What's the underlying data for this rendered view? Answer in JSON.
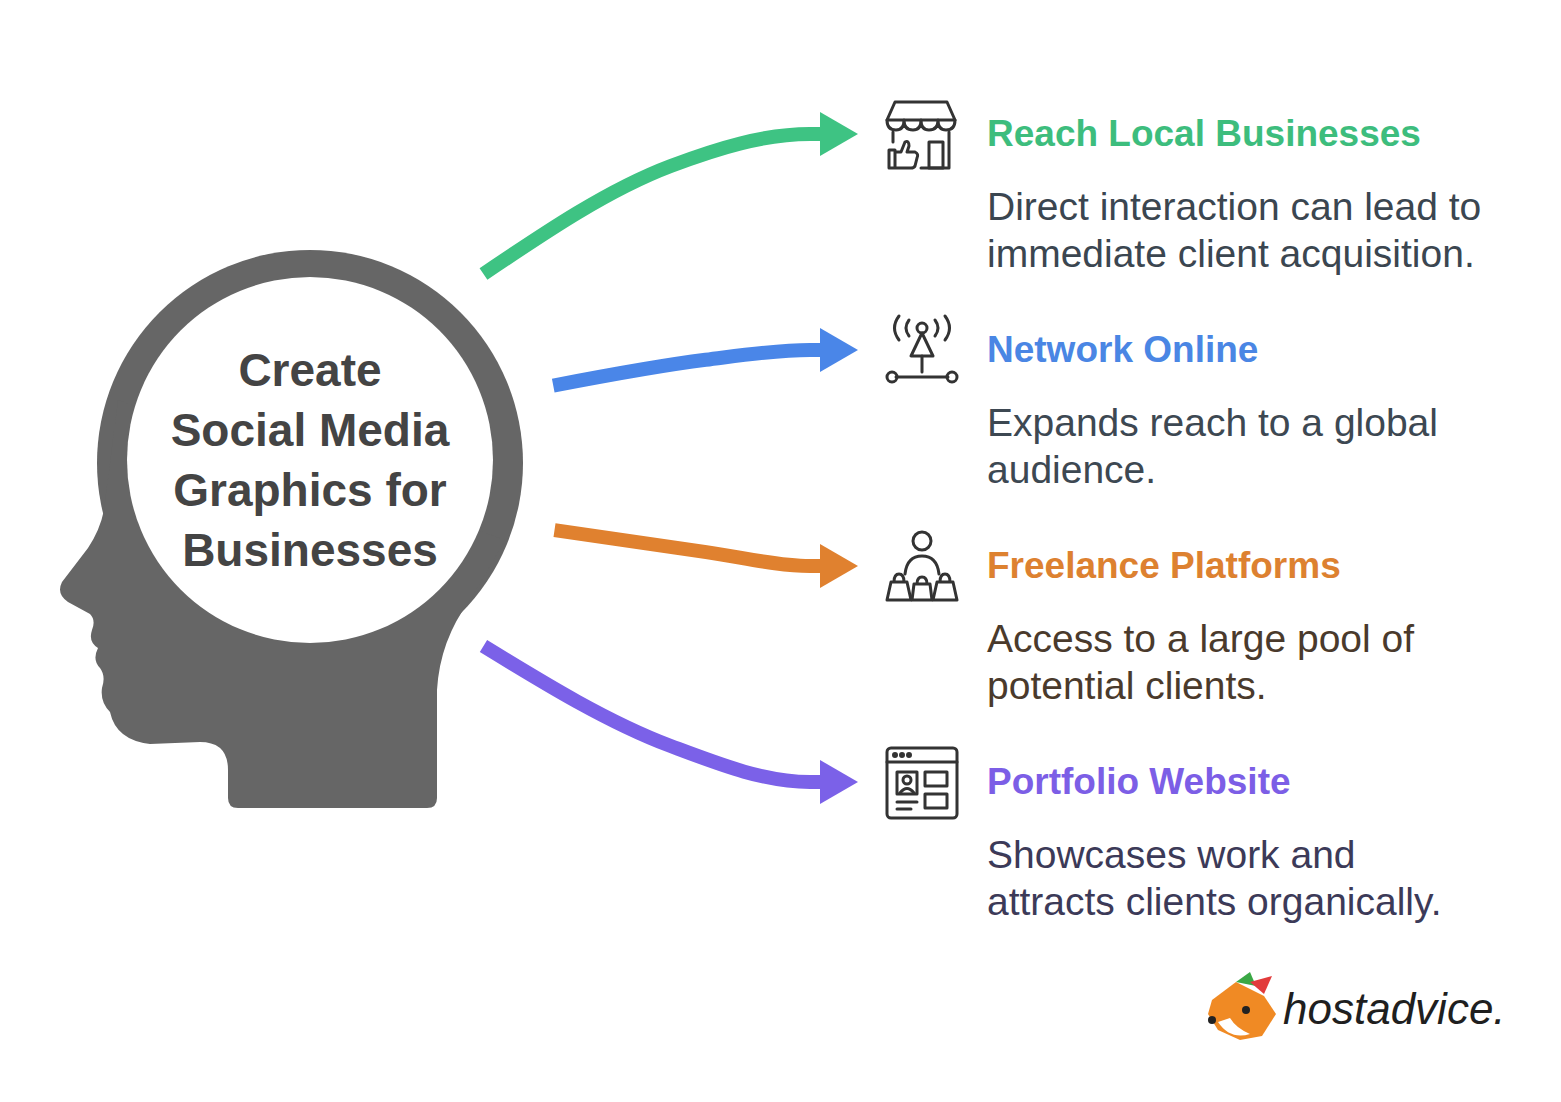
{
  "diagram": {
    "nodes": [
      {
        "text": [
          "Create Social Media Graphics for Businesses"
        ]
      },
      {
        "text": [
          "Reach Local Businesses",
          "Direct interaction can lead to immediate client acquisition."
        ]
      },
      {
        "text": [
          "Network Online",
          "Expands reach to a global audience."
        ]
      },
      {
        "text": [
          "Freelance Platforms",
          "Access to a large pool of potential clients."
        ]
      },
      {
        "text": [
          "Portfolio Website",
          "Showcases work and attracts clients organically."
        ]
      }
    ],
    "edges": [
      {
        "from": 0,
        "to": 1,
        "arrow": "to"
      },
      {
        "from": 0,
        "to": 2,
        "arrow": "to"
      },
      {
        "from": 0,
        "to": 3,
        "arrow": "to"
      },
      {
        "from": 0,
        "to": 4,
        "arrow": "to"
      }
    ],
    "labels": [
      "hostadvice."
    ]
  }
}
